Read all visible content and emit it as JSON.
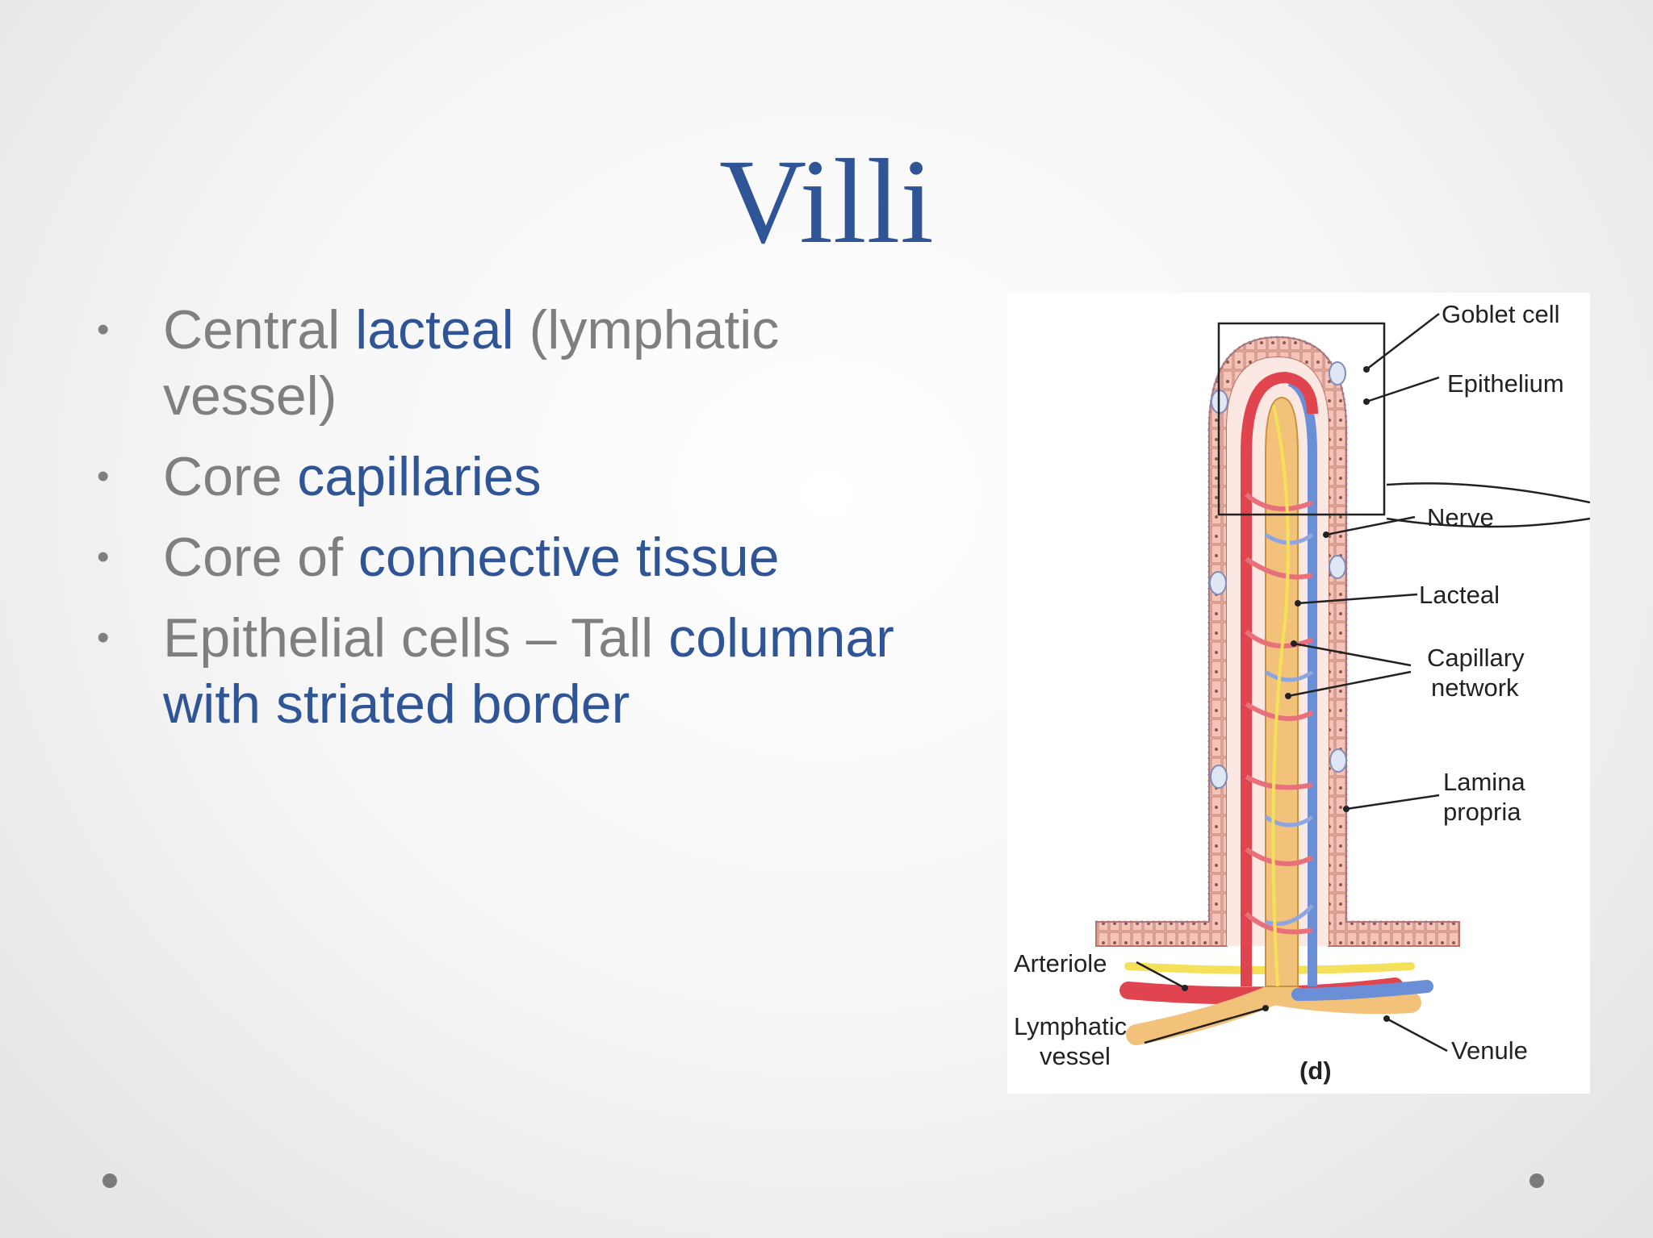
{
  "slide": {
    "title": "Villi",
    "bullets": [
      {
        "parts": [
          {
            "text": "Central ",
            "hl": false
          },
          {
            "text": "lacteal",
            "hl": true
          },
          {
            "text": " (lymphatic vessel)",
            "hl": false
          }
        ]
      },
      {
        "parts": [
          {
            "text": "Core ",
            "hl": false
          },
          {
            "text": "capillaries",
            "hl": true
          }
        ]
      },
      {
        "parts": [
          {
            "text": "Core of ",
            "hl": false
          },
          {
            "text": "connective tissue",
            "hl": true
          }
        ]
      },
      {
        "parts": [
          {
            "text": "Epithelial cells – Tall ",
            "hl": false
          },
          {
            "text": "columnar with striated border",
            "hl": true
          }
        ]
      }
    ],
    "bullet_glyph": "•"
  },
  "figure": {
    "labels": {
      "goblet_cell": "Goblet cell",
      "epithelium": "Epithelium",
      "nerve": "Nerve",
      "lacteal": "Lacteal",
      "capillary_network_1": "Capillary",
      "capillary_network_2": "network",
      "lamina_propria_1": "Lamina",
      "lamina_propria_2": "propria",
      "arteriole": "Arteriole",
      "lymphatic_vessel_1": "Lymphatic",
      "lymphatic_vessel_2": "vessel",
      "venule": "Venule",
      "panel": "(d)"
    },
    "colors": {
      "arteriole": "#e0454f",
      "venule": "#6b8fd6",
      "lacteal": "#f2c27a",
      "nerve": "#f5e05a",
      "epithelium": "#f6c3b8",
      "title_blue": "#2f5597"
    }
  }
}
